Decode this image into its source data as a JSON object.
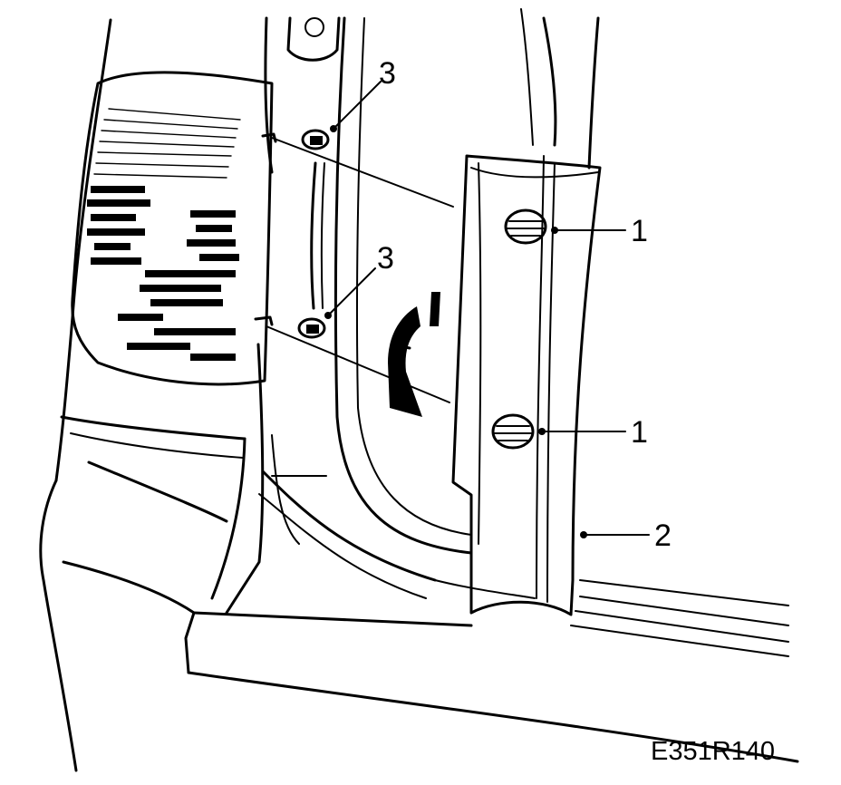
{
  "figure": {
    "code": "E351R140"
  },
  "callouts": [
    {
      "id": "upper-trim-fastener",
      "label": "1"
    },
    {
      "id": "lower-trim-fastener",
      "label": "1"
    },
    {
      "id": "trim-panel",
      "label": "2"
    },
    {
      "id": "upper-clip",
      "label": "3"
    },
    {
      "id": "lower-clip",
      "label": "3"
    }
  ],
  "colors": {
    "ink": "#000000",
    "paper": "#ffffff"
  }
}
